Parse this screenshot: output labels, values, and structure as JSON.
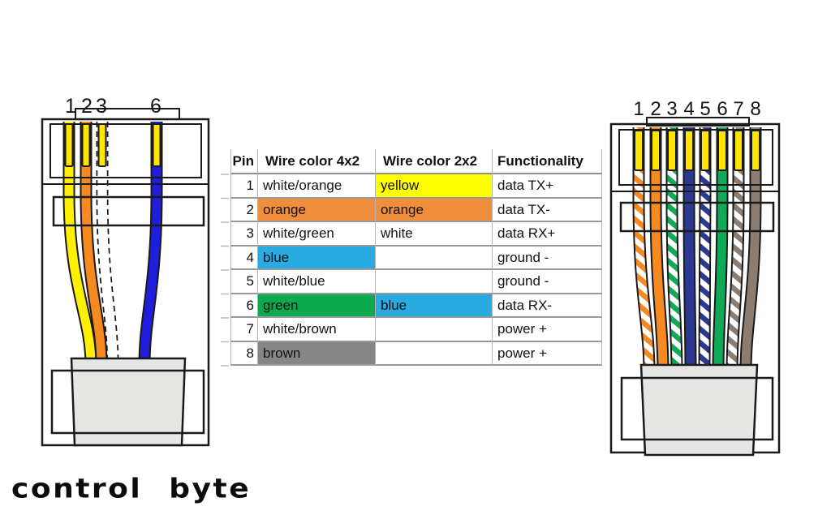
{
  "palette": {
    "line": "#1a1a1a",
    "contact_yellow": "#FFE600",
    "wire_yellow": "#FFF100",
    "wire_orange": "#F68920",
    "wire_blue_bright": "#1E1EDC",
    "wire_blue_navy": "#2B3990",
    "wire_green": "#0FA957",
    "wire_brown": "#8B7D72",
    "sheath_gray": "#E5E6E4",
    "hl_yellow": "#FFFF00",
    "hl_orange": "#EF8E3C",
    "hl_blue": "#29ABE2",
    "hl_green": "#0CA94F",
    "hl_gray": "#868686"
  },
  "left_connector": {
    "cable_type": "2x2",
    "pins": [
      {
        "number": "1",
        "wire": "yellow"
      },
      {
        "number": "2",
        "wire": "orange"
      },
      {
        "number": "3",
        "wire": "white"
      },
      {
        "number": "6",
        "wire": "blue"
      }
    ]
  },
  "right_connector": {
    "cable_type": "4x2",
    "pins": [
      {
        "number": "1",
        "wire": "white/orange"
      },
      {
        "number": "2",
        "wire": "orange"
      },
      {
        "number": "3",
        "wire": "white/green"
      },
      {
        "number": "4",
        "wire": "blue"
      },
      {
        "number": "5",
        "wire": "white/blue"
      },
      {
        "number": "6",
        "wire": "green"
      },
      {
        "number": "7",
        "wire": "white/brown"
      },
      {
        "number": "8",
        "wire": "brown"
      }
    ]
  },
  "table": {
    "headers": [
      "Pin",
      "Wire color 4x2",
      "Wire color 2x2",
      "Functionality"
    ],
    "rows": [
      {
        "pin": "1",
        "c4x2": "white/orange",
        "c2x2": "yellow",
        "func": "data TX+",
        "hl4x2": null,
        "hl2x2": "hl_yellow"
      },
      {
        "pin": "2",
        "c4x2": "orange",
        "c2x2": "orange",
        "func": "data TX-",
        "hl4x2": "hl_orange",
        "hl2x2": "hl_orange"
      },
      {
        "pin": "3",
        "c4x2": "white/green",
        "c2x2": "white",
        "func": "data RX+",
        "hl4x2": null,
        "hl2x2": null
      },
      {
        "pin": "4",
        "c4x2": "blue",
        "c2x2": "",
        "func": "ground -",
        "hl4x2": "hl_blue",
        "hl2x2": null
      },
      {
        "pin": "5",
        "c4x2": "white/blue",
        "c2x2": "",
        "func": "ground -",
        "hl4x2": null,
        "hl2x2": null
      },
      {
        "pin": "6",
        "c4x2": "green",
        "c2x2": "blue",
        "func": "data RX-",
        "hl4x2": "hl_green",
        "hl2x2": "hl_blue"
      },
      {
        "pin": "7",
        "c4x2": "white/brown",
        "c2x2": "",
        "func": "power +",
        "hl4x2": null,
        "hl2x2": null
      },
      {
        "pin": "8",
        "c4x2": "brown",
        "c2x2": "",
        "func": "power +",
        "hl4x2": "hl_gray",
        "hl2x2": null
      }
    ]
  },
  "logo": {
    "text": "control byte"
  }
}
